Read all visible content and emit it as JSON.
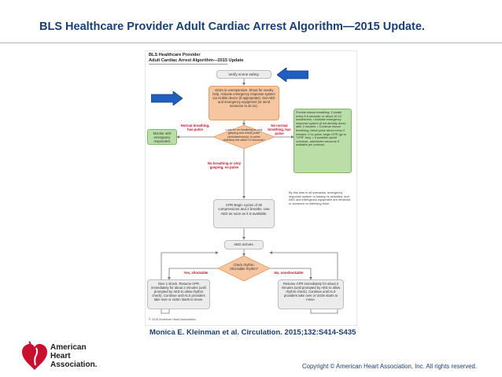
{
  "slide": {
    "title": "BLS Healthcare Provider Adult Cardiac Arrest Algorithm—2015 Update.",
    "citation": "Monica E. Kleinman et al. Circulation. 2015;132:S414-S435",
    "copyright": "Copyright © American Heart Association, Inc. All rights reserved.",
    "logo_lines": [
      "American",
      "Heart",
      "Association."
    ]
  },
  "figure": {
    "title_line1": "BLS Healthcare Provider",
    "title_line2": "Adult Cardiac Arrest Algorithm—2015 Update",
    "copyright": "© 2015 American Heart Association",
    "nodes": {
      "verify_scene": "Verify scene safety.",
      "victim_unresponsive": "Victim is unresponsive. Shout for nearby help. Activate emergency response system via mobile device (if appropriate). Get AED and emergency equipment (or send someone to do so).",
      "look_breathing": "Look for no breathing or only gasping and check pulse (simultaneously). Is pulse definitely felt within 10 seconds?",
      "monitor": "Monitor until emergency responders arrive.",
      "rescue_breathing": "Provide rescue breathing: 1 breath every 5-6 seconds, or about 10-12 breaths/min. • Activate emergency response system (if not already done) after 2 minutes. • Continue rescue breathing; check pulse about every 2 minutes. If no pulse, begin CPR (go to \"CPR\" box). • If possible opioid overdose, administer naloxone if available per protocol.",
      "cpr": "CPR Begin cycles of 30 compressions and 2 breaths. Use AED as soon as it is available.",
      "aed_arrives": "AED arrives.",
      "check_rhythm": "Check rhythm. Shockable rhythm?",
      "give_shock": "Give 1 shock. Resume CPR immediately for about 2 minutes (until prompted by AED to allow rhythm check). Continue until ALS providers take over or victim starts to move.",
      "resume_cpr": "Resume CPR immediately for about 2 minutes (until prompted by AED to allow rhythm check). Continue until ALS providers take over or victim starts to move.",
      "side_note": "By this time in all scenarios, emergency response system or backup is activated, and AED and emergency equipment are retrieved or someone is retrieving them."
    },
    "branch_labels": {
      "normal_breathing": "Normal breathing, has pulse",
      "no_normal_breathing": "No normal breathing, has pulse",
      "no_breathing": "No breathing or only gasping, no pulse",
      "yes_shockable": "Yes, shockable",
      "no_nonshockable": "No, nonshockable"
    }
  },
  "colors": {
    "title": "#1a3f73",
    "pointer_arrow": "#1f5fbf",
    "branch_text": "#c8102e",
    "heart": "#c8102e"
  }
}
